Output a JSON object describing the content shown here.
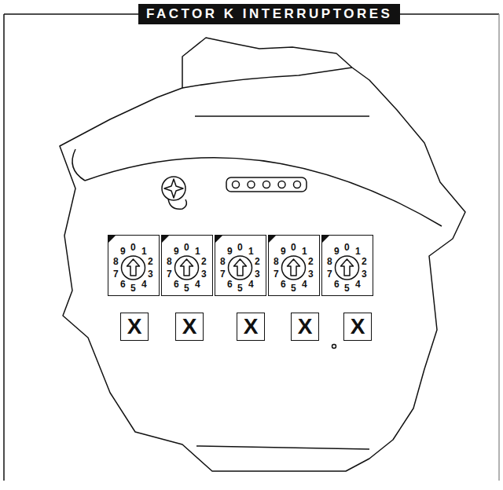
{
  "diagram": {
    "title": "FACTOR K INTERRUPTORES",
    "nodes": [
      {
        "text": [
          "0",
          "1",
          "2",
          "3",
          "4",
          "5",
          "6",
          "7",
          "8",
          "9"
        ]
      },
      {
        "text": [
          "0",
          "1",
          "2",
          "3",
          "4",
          "5",
          "6",
          "7",
          "8",
          "9"
        ]
      },
      {
        "text": [
          "0",
          "1",
          "2",
          "3",
          "4",
          "5",
          "6",
          "7",
          "8",
          "9"
        ]
      },
      {
        "text": [
          "0",
          "1",
          "2",
          "3",
          "4",
          "5",
          "6",
          "7",
          "8",
          "9"
        ]
      },
      {
        "text": [
          "0",
          "1",
          "2",
          "3",
          "4",
          "5",
          "6",
          "7",
          "8",
          "9"
        ]
      },
      {
        "text": [
          "X"
        ]
      },
      {
        "text": [
          "X"
        ]
      },
      {
        "text": [
          "X"
        ]
      },
      {
        "text": [
          "X"
        ]
      },
      {
        "text": [
          "X"
        ]
      }
    ]
  }
}
